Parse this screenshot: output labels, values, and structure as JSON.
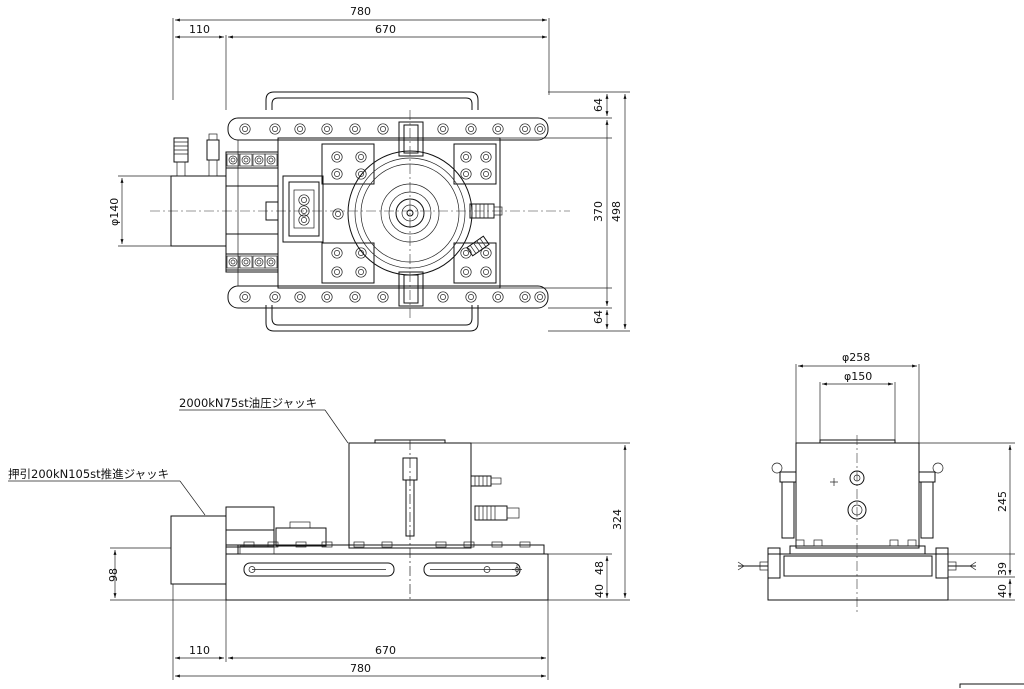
{
  "top_view": {
    "overall_width": "780",
    "left_offset": "110",
    "base_width": "670",
    "side_top": "64",
    "side_mid": "370",
    "side_total": "498",
    "side_bottom": "64",
    "push_dia": "φ140"
  },
  "front_view": {
    "jack_label": "2000kN75st油圧ジャッキ",
    "push_label": "押引200kN105st推進ジャッキ",
    "height_total": "324",
    "base_48": "48",
    "base_40": "40",
    "push_height": "98",
    "bottom_left": "110",
    "bottom_base": "670",
    "bottom_total": "780"
  },
  "side_view": {
    "outer_dia": "φ258",
    "inner_dia": "φ150",
    "height": "245",
    "base_39": "39",
    "base_40": "40"
  }
}
